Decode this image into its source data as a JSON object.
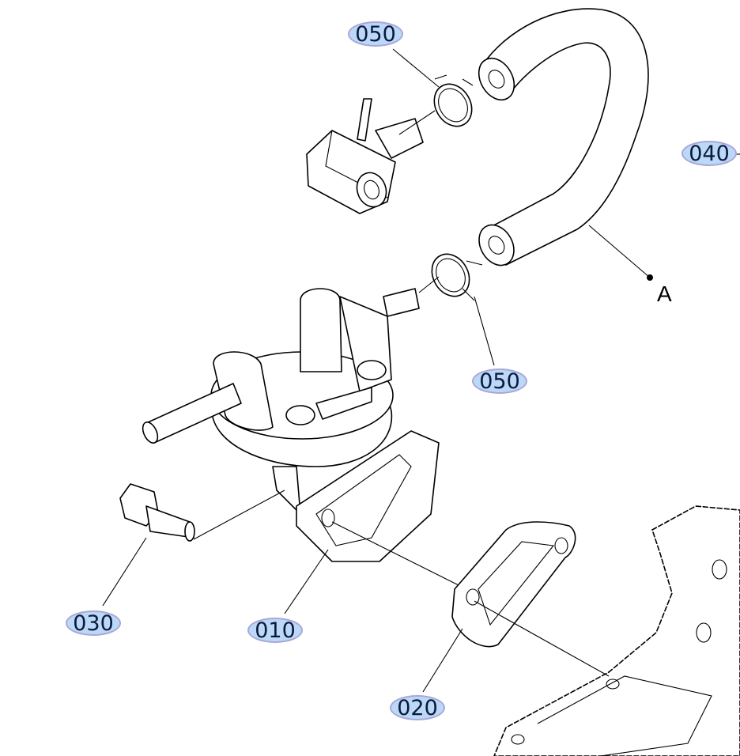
{
  "callouts": [
    {
      "id": "callout-050-top",
      "text": "050"
    },
    {
      "id": "callout-040",
      "text": "040"
    },
    {
      "id": "callout-050-bottom",
      "text": "050"
    },
    {
      "id": "callout-030",
      "text": "030"
    },
    {
      "id": "callout-010",
      "text": "010"
    },
    {
      "id": "callout-020",
      "text": "020"
    }
  ],
  "reference_marker": "A",
  "colors": {
    "callout_fill": "#bcd8f8",
    "callout_border": "#a8a8d8",
    "line": "#000000"
  }
}
